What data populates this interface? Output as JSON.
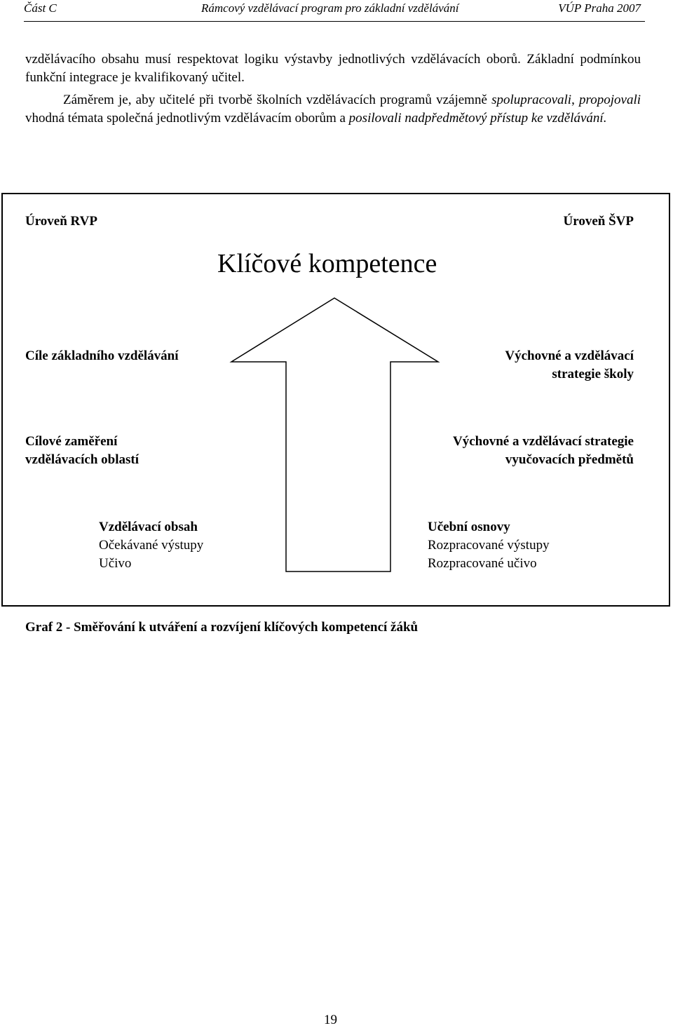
{
  "header": {
    "left": "Část C",
    "center": "Rámcový vzdělávací program pro základní vzdělávání",
    "right": "VÚP Praha 2007"
  },
  "paragraph1": "vzdělávacího obsahu musí respektovat logiku výstavby jednotlivých vzdělávacích oborů. Základní podmínkou funkční integrace je kvalifikovaný učitel.",
  "paragraph2": {
    "t1": "Záměrem je, aby učitelé při tvorbě školních vzdělávacích programů vzájemně ",
    "i1": "spolupracovali",
    "t2": ", ",
    "i2": "propojovali",
    "t3": " vhodná témata společná jednotlivým vzdělávacím oborům a ",
    "i3": "posilovali nadpředmětový přístup ke vzdělávání."
  },
  "diagram": {
    "level_left": "Úroveň RVP",
    "level_right": "Úroveň ŠVP",
    "title": "Klíčové kompetence",
    "left_1": "Cíle základního vzdělávání",
    "right_1_line1": "Výchovné a vzdělávací",
    "right_1_line2": "strategie školy",
    "left_2_line1": "Cílové zaměření",
    "left_2_line2": "vzdělávacích oblastí",
    "right_2_line1": "Výchovné a vzdělávací strategie",
    "right_2_line2": "vyučovacích předmětů",
    "left_3_bold": "Vzdělávací obsah",
    "left_3_line2": "Očekávané výstupy",
    "left_3_line3": "Učivo",
    "right_3_bold": "Učební osnovy",
    "right_3_line2": "Rozpracované výstupy",
    "right_3_line3": "Rozpracované učivo"
  },
  "caption": "Graf 2 - Směřování k utváření a rozvíjení klíčových kompetencí žáků",
  "page_number": "19"
}
